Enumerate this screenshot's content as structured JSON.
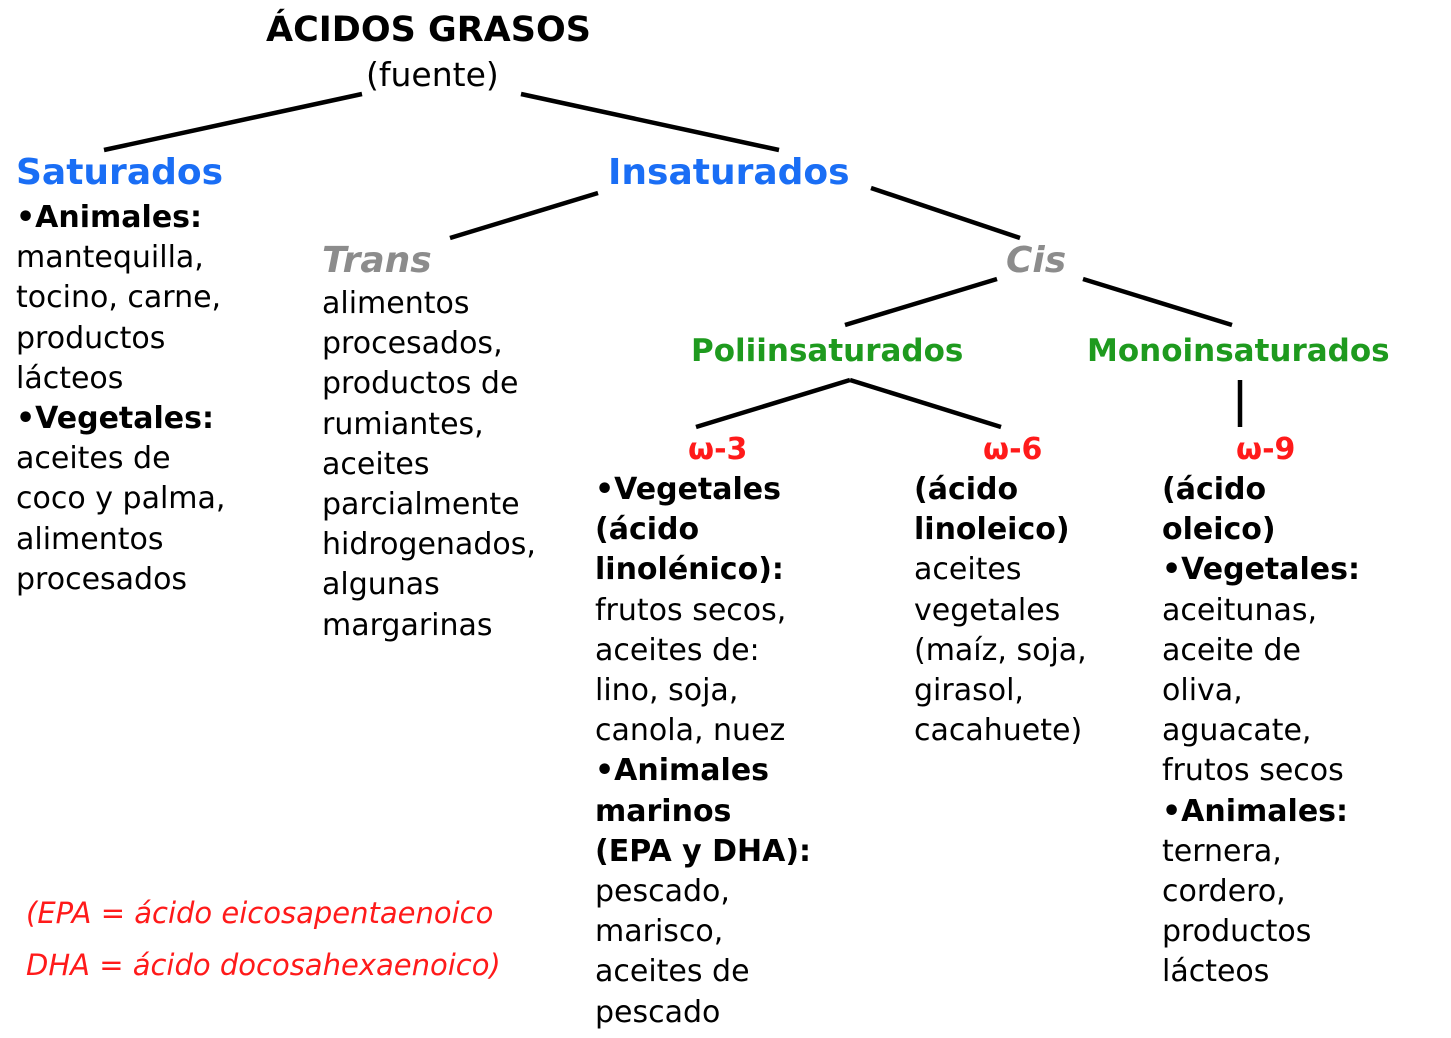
{
  "title": "ÁCIDOS GRASOS",
  "subtitle": "(fuente)",
  "saturados": {
    "label": "Saturados",
    "lines": [
      {
        "t": "•Animales:",
        "b": true
      },
      {
        "t": "mantequilla,",
        "b": false
      },
      {
        "t": "tocino, carne,",
        "b": false
      },
      {
        "t": "productos",
        "b": false
      },
      {
        "t": "lácteos",
        "b": false
      },
      {
        "t": "•Vegetales:",
        "b": true
      },
      {
        "t": "aceites de",
        "b": false
      },
      {
        "t": "coco y palma,",
        "b": false
      },
      {
        "t": "alimentos",
        "b": false
      },
      {
        "t": "procesados",
        "b": false
      }
    ]
  },
  "insaturados": {
    "label": "Insaturados"
  },
  "trans": {
    "label": "Trans",
    "lines": [
      {
        "t": "alimentos",
        "b": false
      },
      {
        "t": "procesados,",
        "b": false
      },
      {
        "t": "productos de",
        "b": false
      },
      {
        "t": "rumiantes,",
        "b": false
      },
      {
        "t": "aceites",
        "b": false
      },
      {
        "t": "parcialmente",
        "b": false
      },
      {
        "t": "hidrogenados,",
        "b": false
      },
      {
        "t": "algunas",
        "b": false
      },
      {
        "t": "margarinas",
        "b": false
      }
    ]
  },
  "cis": {
    "label": "Cis"
  },
  "poliinsaturados": {
    "label": "Poliinsaturados"
  },
  "monoinsaturados": {
    "label": "Monoinsaturados"
  },
  "omega3": {
    "label": "ω-3",
    "lines": [
      {
        "t": "•Vegetales",
        "b": true
      },
      {
        "t": "(ácido",
        "b": true
      },
      {
        "t": "linolénico):",
        "b": true
      },
      {
        "t": "frutos secos,",
        "b": false
      },
      {
        "t": "aceites de:",
        "b": false
      },
      {
        "t": "lino, soja,",
        "b": false
      },
      {
        "t": "canola, nuez",
        "b": false
      },
      {
        "t": "•Animales",
        "b": true
      },
      {
        "t": "marinos",
        "b": true
      },
      {
        "t": "(EPA y DHA):",
        "b": true
      },
      {
        "t": "pescado,",
        "b": false
      },
      {
        "t": "marisco,",
        "b": false
      },
      {
        "t": "aceites de",
        "b": false
      },
      {
        "t": "pescado",
        "b": false
      }
    ]
  },
  "omega6": {
    "label": "ω-6",
    "lines": [
      {
        "t": "(ácido",
        "b": true
      },
      {
        "t": "linoleico)",
        "b": true
      },
      {
        "t": "aceites",
        "b": false
      },
      {
        "t": "vegetales",
        "b": false
      },
      {
        "t": "(maíz, soja,",
        "b": false
      },
      {
        "t": "girasol,",
        "b": false
      },
      {
        "t": "cacahuete)",
        "b": false
      }
    ]
  },
  "omega9": {
    "label": "ω-9",
    "lines": [
      {
        "t": "(ácido",
        "b": true
      },
      {
        "t": "oleico)",
        "b": true
      },
      {
        "t": "•Vegetales:",
        "b": true
      },
      {
        "t": "aceitunas,",
        "b": false
      },
      {
        "t": "aceite de",
        "b": false
      },
      {
        "t": "oliva,",
        "b": false
      },
      {
        "t": "aguacate,",
        "b": false
      },
      {
        "t": "frutos secos",
        "b": false
      },
      {
        "t": "•Animales:",
        "b": true
      },
      {
        "t": "ternera,",
        "b": false
      },
      {
        "t": "cordero,",
        "b": false
      },
      {
        "t": "productos",
        "b": false
      },
      {
        "t": "lácteos",
        "b": false
      }
    ]
  },
  "notes": {
    "epa": "(EPA = ácido eicosapentaenoico",
    "dha": "DHA = ácido docosahexaenoico)"
  },
  "colors": {
    "blue": "#1a6ef5",
    "grey": "#8c8c8c",
    "green": "#1e9a1e",
    "red": "#ff1a1a"
  }
}
